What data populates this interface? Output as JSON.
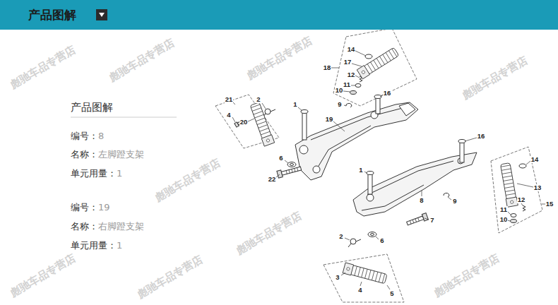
{
  "diagram": {
    "nodes": [
      {
        "text": [
          "产品图解"
        ]
      }
    ],
    "labels": [
      "产品图解",
      "编号：",
      "8",
      "名称：",
      "左脚蹬支架",
      "单元用量：",
      "1",
      "编号：",
      "19",
      "名称：",
      "右脚蹬支架",
      "单元用量：",
      "1",
      "14",
      "17",
      "18",
      "12",
      "11",
      "10",
      "9",
      "16",
      "19",
      "21",
      "2",
      "4",
      "20",
      "1",
      "6",
      "22",
      "16",
      "1",
      "8",
      "9",
      "14",
      "13",
      "15",
      "12",
      "11",
      "10",
      "7",
      "2",
      "6",
      "3",
      "4",
      "5",
      "彪驰车品专营店",
      "彪驰车品专营店",
      "彪驰车品专营店",
      "彪驰车品专营店",
      "彪驰车品专营店",
      "彪驰车品专营店",
      "彪驰车品专营店",
      "彪驰车品专营店",
      "彪驰车品专营店"
    ]
  }
}
